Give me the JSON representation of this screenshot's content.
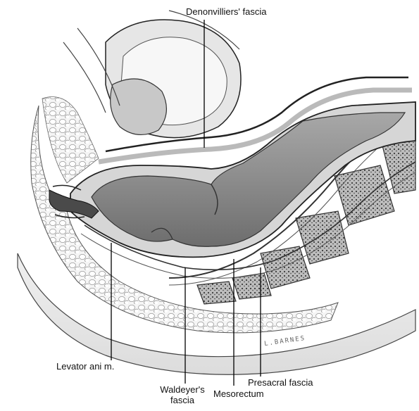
{
  "labels": {
    "denonvilliers": "Denonvilliers' fascia",
    "levator": "Levator ani m.",
    "waldeyer": "Waldeyer's\nfascia",
    "mesorectum": "Mesorectum",
    "presacral": "Presacral fascia"
  },
  "signature": "L.BARNES",
  "colors": {
    "ink": "#111111",
    "lumen": "#8a8a8a",
    "wall": "#d8d8d8",
    "fat": "#f4f4f4",
    "bone": "#555555"
  }
}
